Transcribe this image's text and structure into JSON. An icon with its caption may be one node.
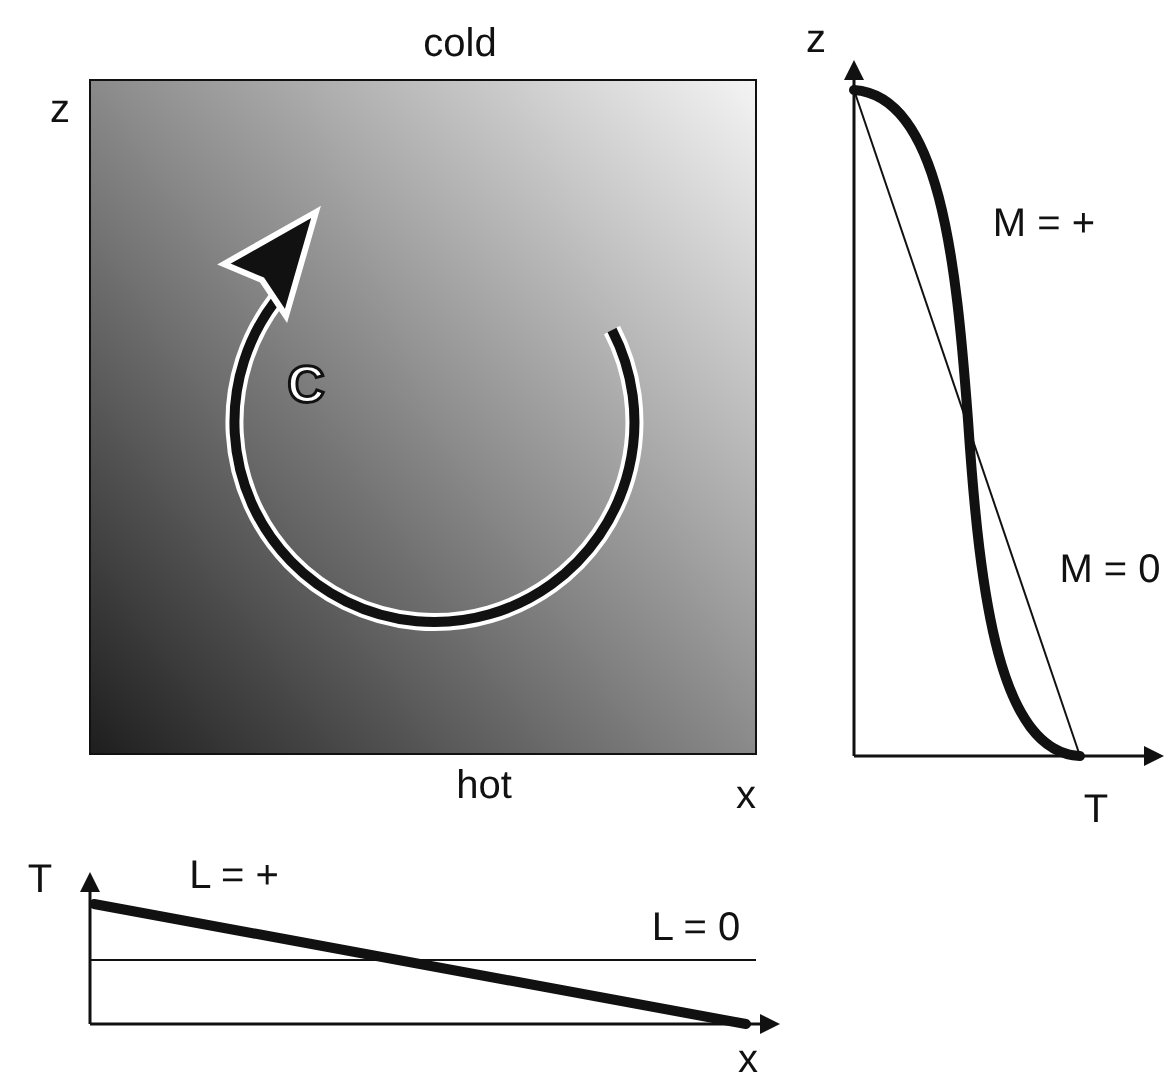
{
  "diagram": {
    "labels": [
      "cold",
      "z",
      "z",
      "M = +",
      "C",
      "M = 0",
      "hot",
      "x",
      "T",
      "T",
      "L = +",
      "L = 0",
      "x"
    ]
  }
}
